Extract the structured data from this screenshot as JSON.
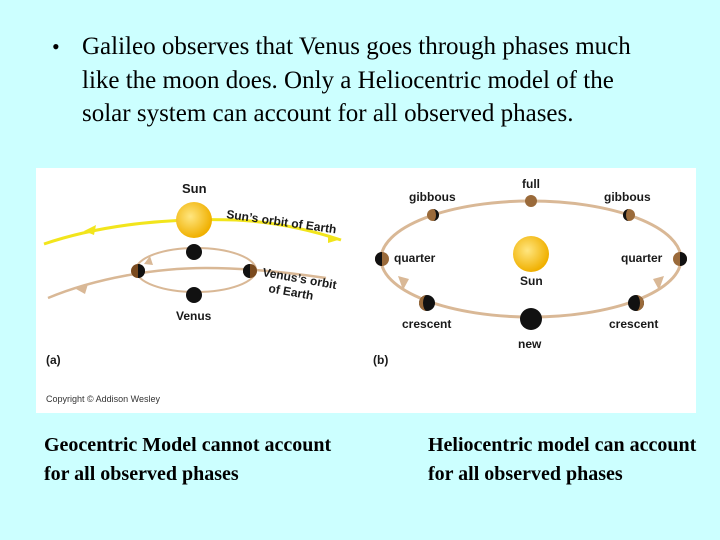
{
  "bullet": {
    "symbol": "•",
    "text": "Galileo observes that Venus goes through phases much like the moon does. Only a Heliocentric model of the solar system can account for all observed phases."
  },
  "figure": {
    "panel_a": {
      "tag": "(a)",
      "sun_label": "Sun",
      "orbit_label_line1": "Sun’s orbit of Earth",
      "venus_orbit_label_line1": "Venus’s orbit",
      "venus_orbit_label_line2": "of Earth",
      "venus_label": "Venus"
    },
    "panel_b": {
      "tag": "(b)",
      "full": "full",
      "gibbous_left": "gibbous",
      "gibbous_right": "gibbous",
      "quarter_left": "quarter",
      "quarter_right": "quarter",
      "sun_label": "Sun",
      "crescent_left": "crescent",
      "crescent_right": "crescent",
      "new": "new"
    },
    "copyright": "Copyright © Addison Wesley",
    "colors": {
      "sun": "#f5c21b",
      "sun_orbit": "#f2e51c",
      "venus_orbit": "#d9b896",
      "venus": "#7a4a1e"
    }
  },
  "captions": {
    "left": "Geocentric Model cannot account for all observed phases",
    "right": "Heliocentric model can account for all observed phases"
  }
}
